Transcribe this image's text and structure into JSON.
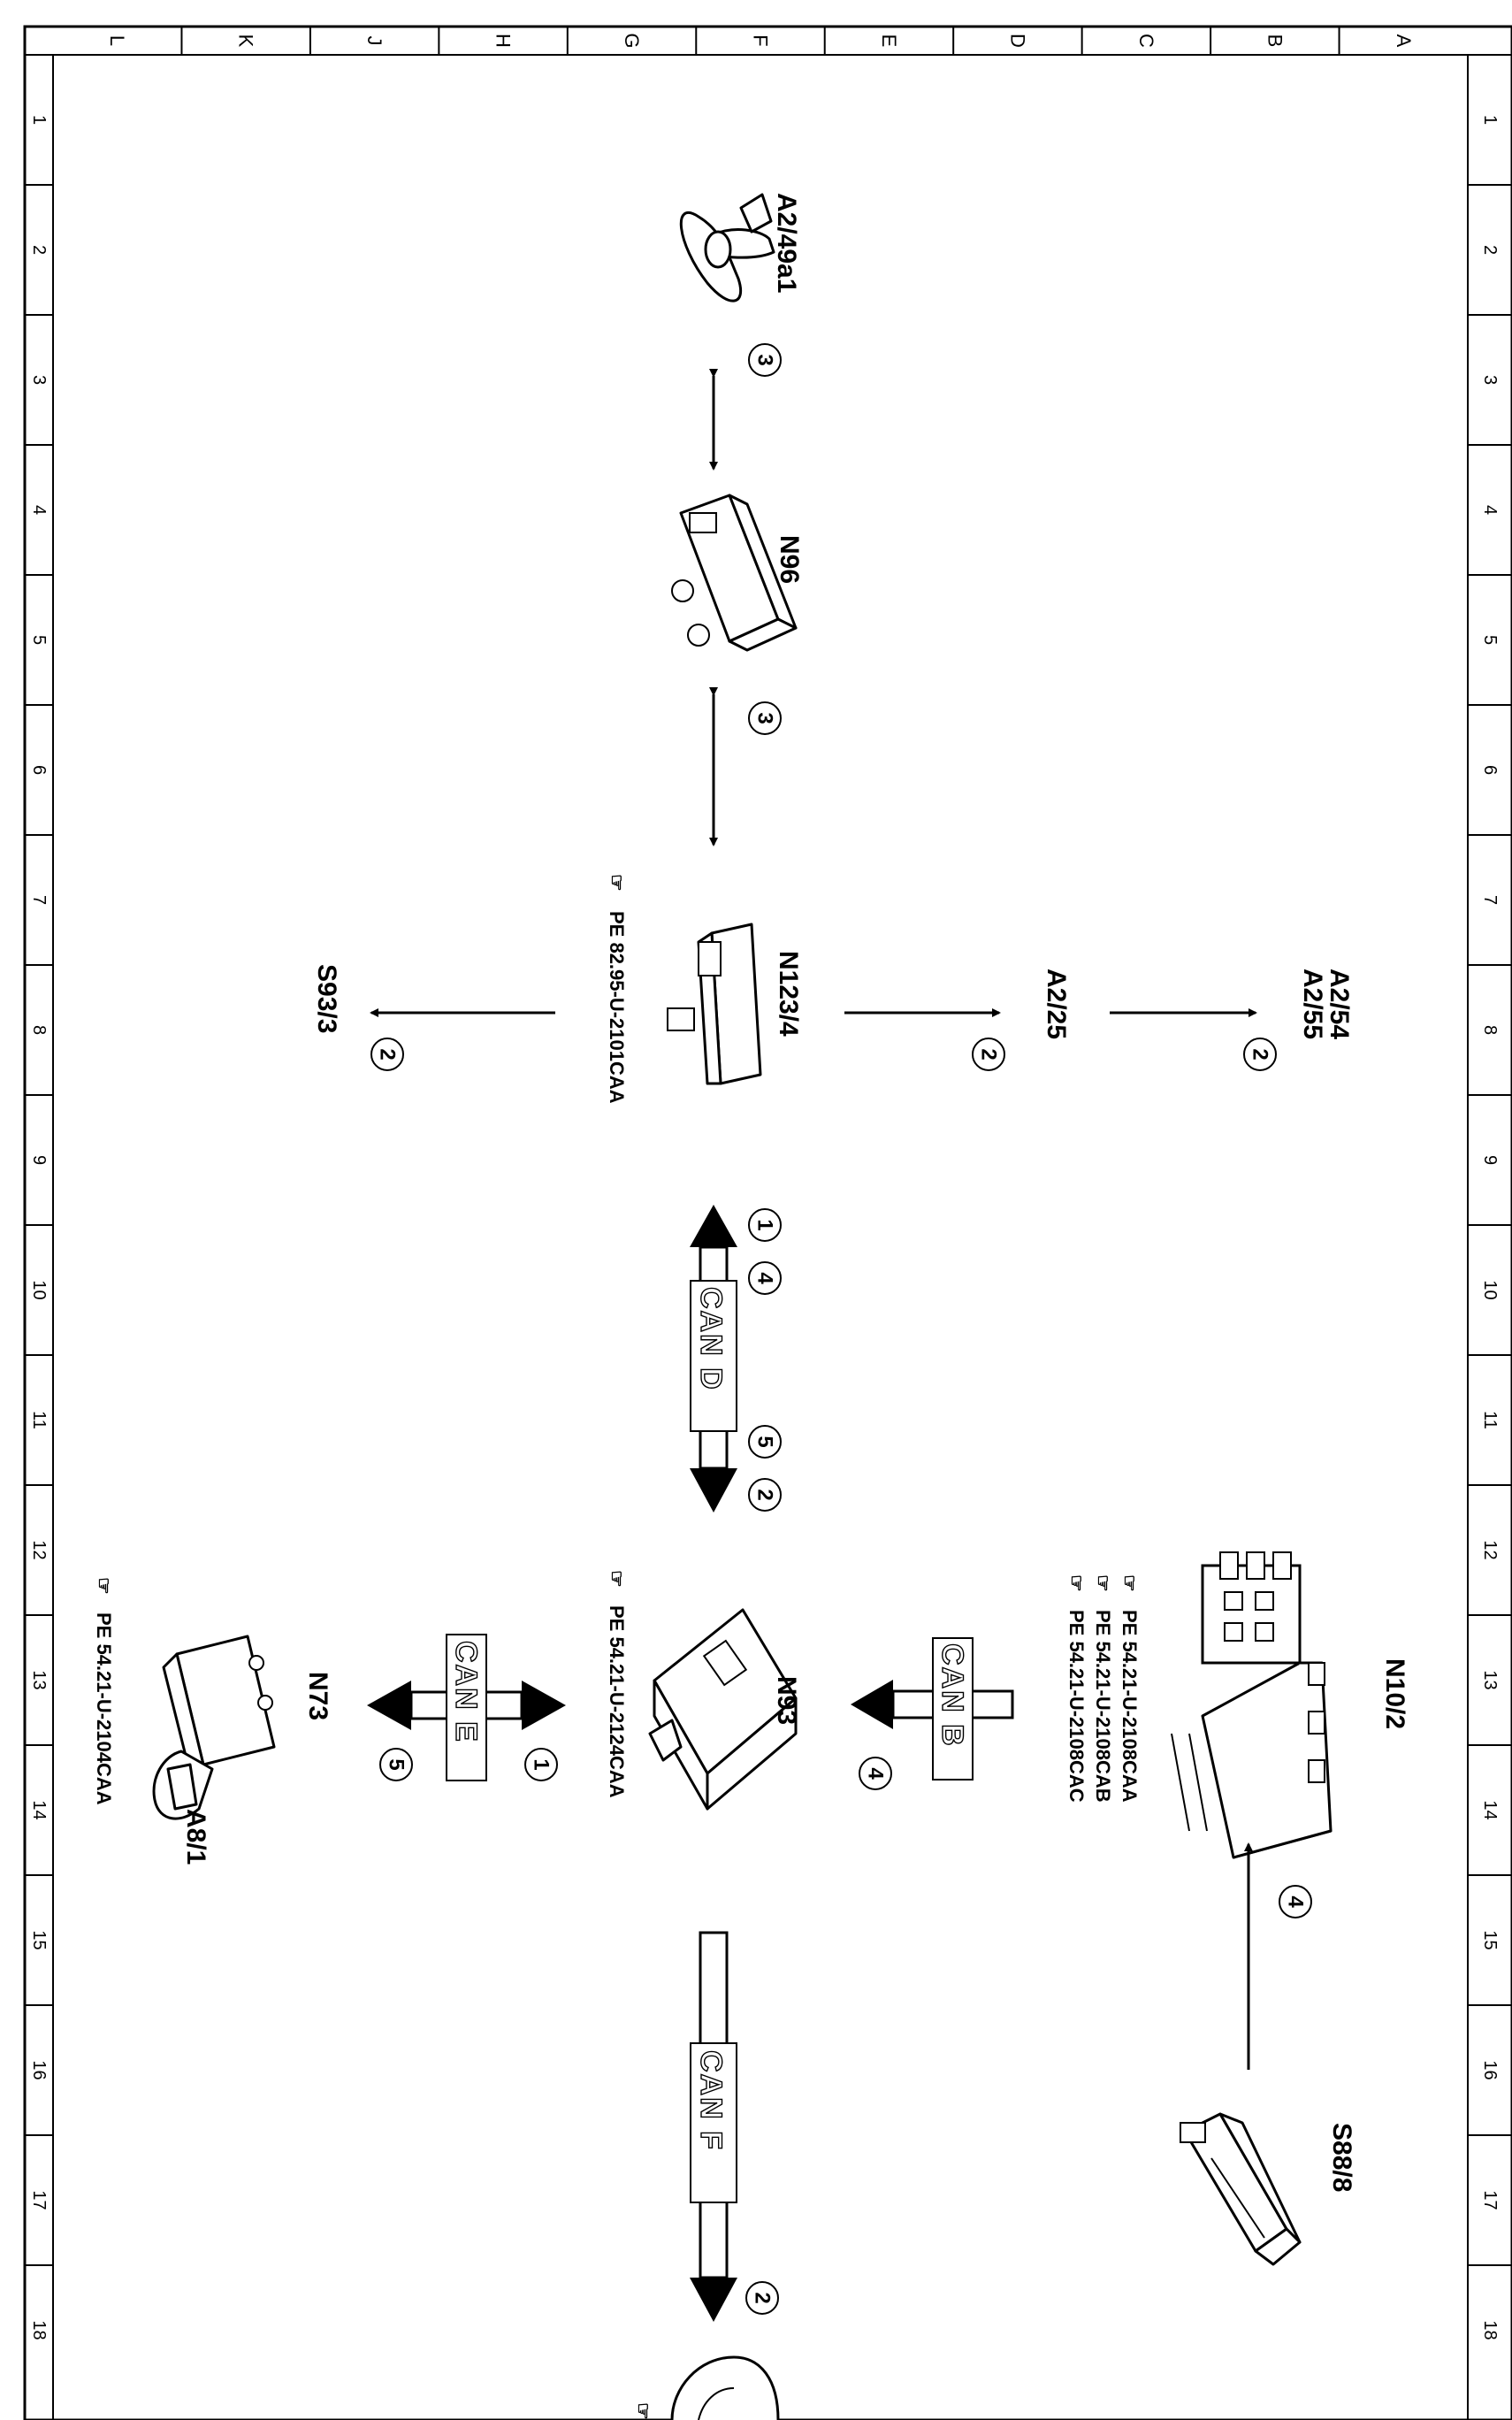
{
  "grid": {
    "letters": [
      "L",
      "K",
      "J",
      "H",
      "G",
      "F",
      "E",
      "D",
      "C",
      "B",
      "A"
    ],
    "numbers": [
      "1",
      "2",
      "3",
      "4",
      "5",
      "6",
      "7",
      "8",
      "9",
      "10",
      "11",
      "12",
      "13",
      "14",
      "15",
      "16",
      "17",
      "18"
    ]
  },
  "components": {
    "a2_49a1": "A2/49a1",
    "n96": "N96",
    "n123_4": "N123/4",
    "s93_3": "S93/3",
    "a2_25": "A2/25",
    "a2_54": "A2/54",
    "a2_55": "A2/55",
    "n10_2": "N10/2",
    "n93": "N93",
    "n73": "N73",
    "a8_1": "A8/1",
    "s88_8": "S88/8"
  },
  "references": {
    "n123_4": "PE 82.95-U-2101CAA",
    "n10_2_a": "PE 54.21-U-2108CAA",
    "n10_2_b": "PE 54.21-U-2108CAB",
    "n10_2_c": "PE 54.21-U-2108CAC",
    "n93": "PE 54.21-U-2124CAA",
    "a8_1": "PE 54.21-U-2104CAA"
  },
  "buses": {
    "can_d": "CAN D",
    "can_b": "CAN B",
    "can_e": "CAN E",
    "can_f": "CAN F"
  },
  "signals": {
    "a2_49a1_n96": "3",
    "n96_n123": "3",
    "n123_s93": "2",
    "n123_a2_25": "2",
    "n123_a2_54": "2",
    "can_d_top_a": "1",
    "can_d_top_b": "4",
    "can_d_bottom_a": "5",
    "can_d_bottom_b": "2",
    "can_b": "4",
    "can_e_left": "5",
    "can_e_right": "1",
    "s88_n10": "4",
    "can_f": "2"
  },
  "colors": {
    "ink": "#000000",
    "paper": "#ffffff"
  }
}
